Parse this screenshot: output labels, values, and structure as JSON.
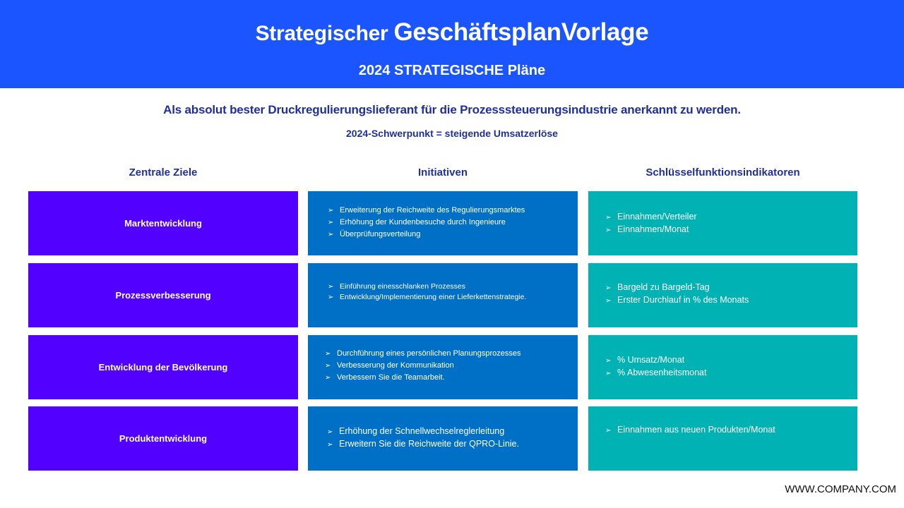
{
  "header": {
    "title_prefix": "Strategischer ",
    "title_main": "GeschäftsplanVorlage",
    "subtitle": "2024 STRATEGISCHE Pläne",
    "background": "#1a55ff"
  },
  "vision": "Als absolut  bester  Druckregulierungslieferant  für die Prozesssteuerungsindustrie  anerkannt  zu werden.",
  "focus": "2024-Schwerpunkt = steigende Umsatzerlöse",
  "columns": {
    "goals": "Zentrale Ziele",
    "initiatives": "Initiativen",
    "kpis": "Schlüsselfunktionsindikatoren"
  },
  "colors": {
    "goals": "#5200ff",
    "initiatives": "#0070c6",
    "kpis": "#00b2b4",
    "heading_text": "#1f2f9e"
  },
  "bullet_icon": "➢",
  "rows": [
    {
      "goal": "Marktentwicklung",
      "initiatives": [
        "Erweiterung der Reichweite des Regulierungsmarktes",
        "Erhöhung der Kundenbesuche durch Ingenieure",
        "Überprüfungsverteilung"
      ],
      "kpis": [
        "Einnahmen/Verteiler",
        "Einnahmen/Monat"
      ]
    },
    {
      "goal": "Prozessverbesserung",
      "initiatives": [
        "Einführung einesschlanken Prozesses",
        "Entwicklung/Implementierung einer Lieferkettenstrategie."
      ],
      "kpis": [
        "Bargeld zu Bargeld-Tag",
        "Erster Durchlauf in % des Monats"
      ]
    },
    {
      "goal": "Entwicklung der Bevölkerung",
      "initiatives": [
        "Durchführung eines persönlichen Planungsprozesses",
        "Verbesserung der Kommunikation",
        "Verbessern Sie die Teamarbeit."
      ],
      "kpis": [
        "% Umsatz/Monat",
        "% Abwesenheitsmonat"
      ]
    },
    {
      "goal": "Produktentwicklung",
      "initiatives": [
        "Erhöhung der Schnellwechselreglerleitung",
        "Erweitern Sie die Reichweite der QPRO-Linie."
      ],
      "kpis": [
        "Einnahmen aus neuen Produkten/Monat"
      ]
    }
  ],
  "footer": "WWW.COMPANY.COM"
}
